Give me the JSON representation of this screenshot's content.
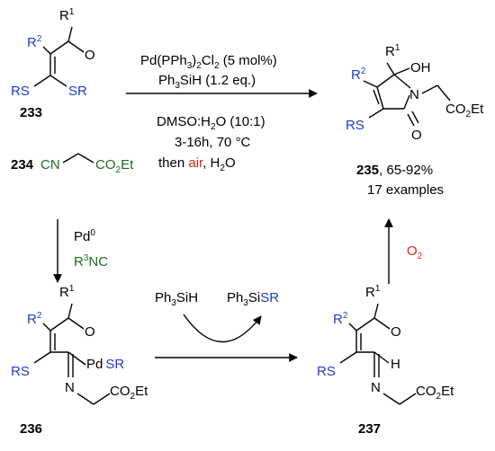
{
  "colors": {
    "substituent": "#1f3ccc",
    "isonitrile": "#1e6b1e",
    "highlight": "#e0281e",
    "ink": "#000000"
  },
  "compounds": {
    "c233": {
      "label": "233",
      "r1": "R",
      "r1_sup": "1",
      "r2": "R",
      "r2_sup": "2",
      "o": "O",
      "rs_left": "RS",
      "sr_right": "SR"
    },
    "c234": {
      "label": "234",
      "cn": "CN",
      "co2et_main": "CO",
      "co2et_sub": "2",
      "co2et_end": "Et"
    },
    "c235": {
      "label": "235",
      "yield": ", 65-92%",
      "examples": "17 examples",
      "r1": "R",
      "r1_sup": "1",
      "r2": "R",
      "r2_sup": "2",
      "oh": "OH",
      "n": "N",
      "o": "O",
      "rs": "RS",
      "co2et_main": "CO",
      "co2et_sub": "2",
      "co2et_end": "Et"
    },
    "c236": {
      "label": "236",
      "r1": "R",
      "r1_sup": "1",
      "r2": "R",
      "r2_sup": "2",
      "o": "O",
      "rs": "RS",
      "pd": "Pd",
      "sr": "SR",
      "n": "N",
      "co2et_main": "CO",
      "co2et_sub": "2",
      "co2et_end": "Et"
    },
    "c237": {
      "label": "237",
      "r1": "R",
      "r1_sup": "1",
      "r2": "R",
      "r2_sup": "2",
      "o": "O",
      "rs": "RS",
      "h": "H",
      "n": "N",
      "co2et_main": "CO",
      "co2et_sub": "2",
      "co2et_end": "Et"
    }
  },
  "conditions": {
    "catalyst": {
      "main": "Pd(PPh",
      "sub1": "3",
      "mid": ")",
      "sub2": "2",
      "cl": "Cl",
      "sub3": "2",
      "tail": " (5 mol%)"
    },
    "silane": {
      "main": "Ph",
      "sub": "3",
      "tail": "SiH (1.2 eq.)"
    },
    "solvent": {
      "main": "DMSO:H",
      "sub": "2",
      "tail": "O (10:1)"
    },
    "time_temp": "3-16h, 70 °C",
    "workup": {
      "pre": "then ",
      "air": "air",
      "mid": ", H",
      "sub": "2",
      "tail": "O"
    }
  },
  "down_arrow": {
    "pd": "Pd",
    "pd_sup": "0",
    "isonitrile": {
      "r": "R",
      "sup": "3",
      "tail": "NC"
    }
  },
  "bottom_arrow": {
    "reagent": {
      "main": "Ph",
      "sub": "3",
      "tail": "SiH"
    },
    "byproduct": {
      "main": "Ph",
      "sub": "3",
      "mid": "Si",
      "sr": "SR"
    }
  },
  "up_arrow": {
    "o": "O",
    "sub": "2"
  }
}
